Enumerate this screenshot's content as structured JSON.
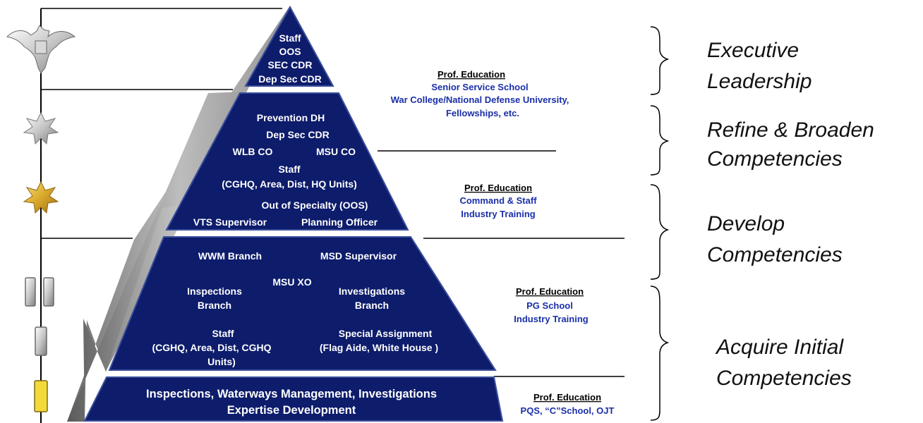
{
  "tiers": [
    {
      "id": "executive",
      "pyramid_lines": [
        [
          "Staff"
        ],
        [
          "OOS"
        ],
        [
          "SEC CDR"
        ],
        [
          "Dep Sec CDR"
        ]
      ],
      "education": {
        "heading": "Prof. Education",
        "lines": [
          "Senior Service School",
          "War College/National Defense University,",
          "Fellowships, etc."
        ]
      },
      "phase": [
        "Executive",
        "Leadership"
      ]
    },
    {
      "id": "refine",
      "pyramid_lines": [
        [
          "Prevention DH"
        ],
        [
          "Dep Sec CDR"
        ],
        [
          "WLB CO",
          "MSU CO"
        ],
        [
          "Staff"
        ],
        [
          "(CGHQ, Area, Dist, HQ Units)"
        ],
        [
          "Out of Specialty (OOS)"
        ],
        [
          "VTS Supervisor",
          "Planning Officer"
        ]
      ],
      "education": {
        "heading": "Prof. Education",
        "lines": [
          "Command & Staff",
          "Industry Training"
        ]
      },
      "phase": [
        "Refine & Broaden",
        "Competencies"
      ]
    },
    {
      "id": "develop",
      "pyramid_lines": [
        [
          "WWM Branch",
          "MSD Supervisor"
        ],
        [
          "MSU XO"
        ],
        [
          "Inspections",
          "Investigations"
        ],
        [
          "Branch",
          "Branch"
        ],
        [
          "Staff",
          "Special Assignment"
        ],
        [
          "(CGHQ, Area, Dist, CGHQ",
          "(Flag Aide, White House )"
        ],
        [
          "Units)"
        ]
      ],
      "education": {
        "heading": "Prof. Education",
        "lines": [
          "PG School",
          "Industry Training"
        ]
      },
      "phase": [
        "Develop",
        "Competencies"
      ]
    },
    {
      "id": "acquire",
      "pyramid_lines": [
        [
          "Inspections, Waterways Management, Investigations"
        ],
        [
          "Expertise Development"
        ]
      ],
      "education": {
        "heading": "Prof. Education",
        "lines": [
          "PQS, “C”School, OJT"
        ]
      },
      "phase": [
        "Acquire Initial",
        "Competencies"
      ]
    }
  ],
  "insignia": [
    "eagle-insignia-icon",
    "silver-oak-leaf-icon",
    "gold-oak-leaf-icon",
    "double-silver-bar-icon",
    "single-silver-bar-icon",
    "gold-bar-icon"
  ],
  "colors": {
    "pyramid_fill": "#0d1c6b",
    "pyramid_edge": "#3c4f9c",
    "shadow": "#8c8c8c",
    "education_text": "#1a2fa8",
    "insignia_gold": "#e0b93a",
    "insignia_silver": "#c9c9c9"
  }
}
